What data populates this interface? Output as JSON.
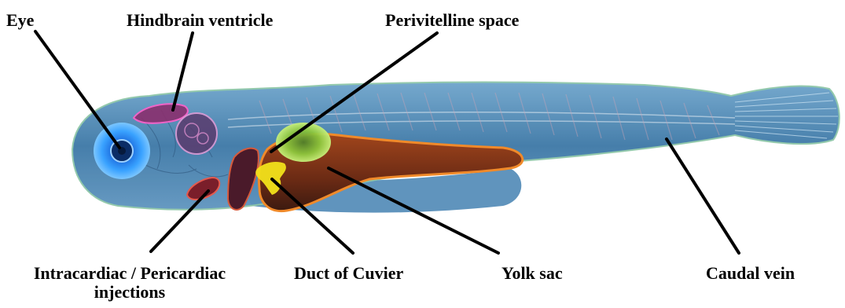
{
  "figure": {
    "labels": {
      "eye": "Eye",
      "hindbrain": "Hindbrain ventricle",
      "perivitelline": "Perivitelline space",
      "intracardiac_line1": "Intracardiac / Pericardiac",
      "intracardiac_line2": "injections",
      "duct": "Duct of Cuvier",
      "yolk": "Yolk sac",
      "caudal": "Caudal vein"
    },
    "colors": {
      "body": "#3f7fae",
      "eye": "#2f8cff",
      "hindbrain": "#c04aa0",
      "perivitelline": "#9bd23c",
      "heart": "#c0392b",
      "duct": "#f2e21a",
      "yolk": "#8a3a1a",
      "leader": "#000000"
    }
  }
}
